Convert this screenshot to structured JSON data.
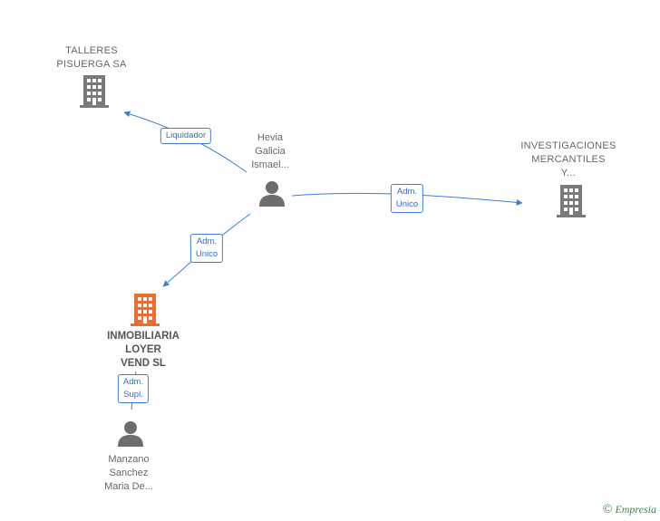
{
  "nodes": {
    "talleres": {
      "label": "TALLERES\nPISUERGA SA",
      "type": "company",
      "color": "#7a7a7a"
    },
    "hevia": {
      "label": "Hevia\nGalicia\nIsmael...",
      "type": "person",
      "color": "#6d6d6d"
    },
    "investigaciones": {
      "label": "INVESTIGACIONES\nMERCANTILES\nY...",
      "type": "company",
      "color": "#7a7a7a"
    },
    "inmobiliaria": {
      "label": "INMOBILIARIA\nLOYER\nVEND SL",
      "type": "company",
      "color": "#f26a2e"
    },
    "manzano": {
      "label": "Manzano\nSanchez\nMaria De...",
      "type": "person",
      "color": "#6d6d6d"
    }
  },
  "edges": {
    "liquidador": "Liquidador",
    "adm_unico_right": "Adm.\nUnico",
    "adm_unico_left": "Adm.\nUnico",
    "adm_supl": "Adm.\nSupl."
  },
  "edge_color": "#3c7fd6",
  "watermark": {
    "copy": "©",
    "brand": "Empresia"
  }
}
